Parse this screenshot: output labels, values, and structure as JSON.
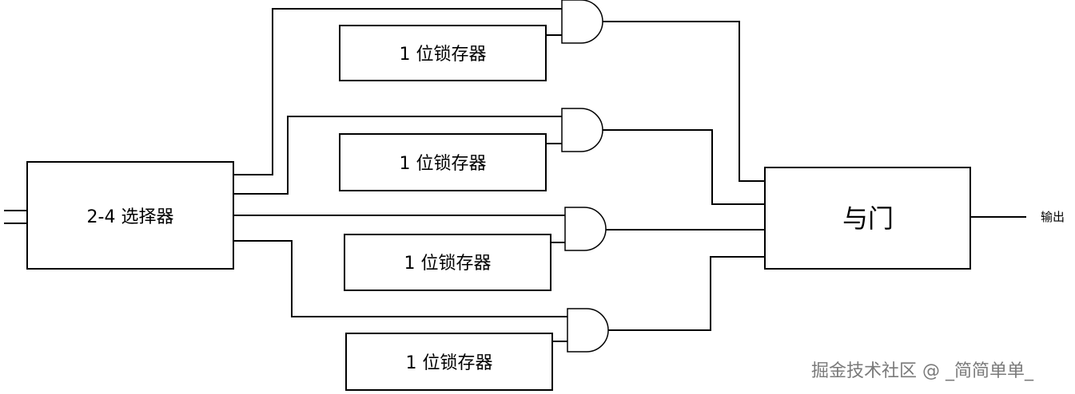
{
  "mux": {
    "label": "2-4 选择器"
  },
  "latches": [
    {
      "label": "1 位锁存器"
    },
    {
      "label": "1 位锁存器"
    },
    {
      "label": "1 位锁存器"
    },
    {
      "label": "1 位锁存器"
    }
  ],
  "and_block": {
    "label": "与门"
  },
  "output": {
    "label": "输出"
  },
  "watermark": {
    "text": "掘金技术社区 @ _简简单单_"
  },
  "colors": {
    "stroke": "#000000",
    "background": "#ffffff",
    "watermark": "#7a7a7a"
  }
}
